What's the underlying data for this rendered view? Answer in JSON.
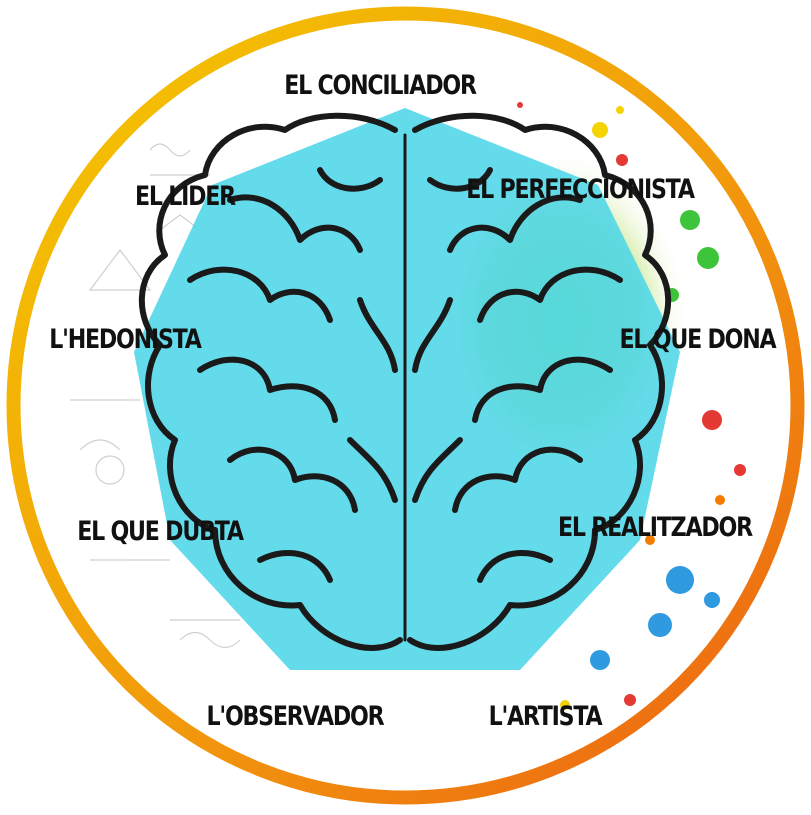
{
  "colors": {
    "ring_start": "#f2c400",
    "ring_end": "#ee6a12",
    "polygon_fill": "#4fd6e8",
    "brain_outline": "#1a1a1a",
    "label_text": "#111111"
  },
  "icons": [
    "brain-icon",
    "nonagon-shape",
    "paint-splatter",
    "math-formulas-background"
  ],
  "labels": {
    "conciliador": "EL CONCILIADOR",
    "lider": "EL LÍDER",
    "perfeccionista": "EL PERFECCIONISTA",
    "hedonista": "L'HEDONISTA",
    "que_dona": "EL QUE DONA",
    "que_dubta": "EL QUE DUBTA",
    "realitzador": "EL REALITZADOR",
    "observador": "L'OBSERVADOR",
    "artista": "L'ARTISTA"
  }
}
